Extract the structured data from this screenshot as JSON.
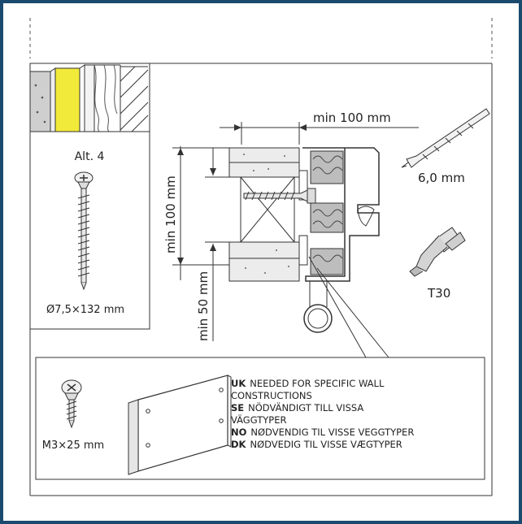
{
  "labels": {
    "alt": "Alt. 4",
    "screw_size": "Ø7,5×132 mm",
    "min_100_h": "min 100 mm",
    "min_100_v": "min 100 mm",
    "min_50_v": "min 50 mm",
    "drill_size": "6,0 mm",
    "bit": "T30",
    "small_screw": "M3×25 mm"
  },
  "notes": [
    {
      "code": "UK",
      "lines": [
        "NEEDED FOR SPECIFIC WALL",
        "CONSTRUCTIONS"
      ]
    },
    {
      "code": "SE",
      "lines": [
        "NÖDVÄNDIGT TILL VISSA",
        "VÄGGTYPER"
      ]
    },
    {
      "code": "NO",
      "lines": [
        "NØDVENDIG TIL VISSE VEGGTYPER"
      ]
    },
    {
      "code": "DK",
      "lines": [
        "NØDVEDIG TIL VISSE VÆGTYPER"
      ]
    }
  ],
  "colors": {
    "border": "#1a4a6e",
    "insulation": "#f2ea3a",
    "concrete": "#cfcfcf",
    "profile_fill": "#bdbdbd"
  }
}
